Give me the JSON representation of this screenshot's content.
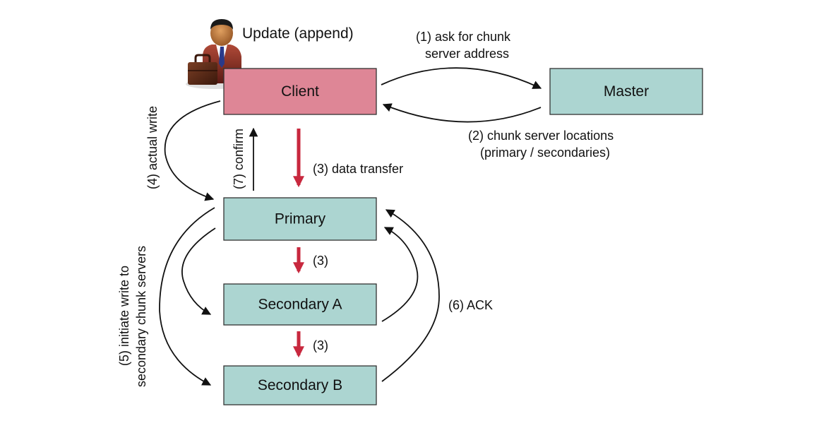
{
  "update_label": "Update (append)",
  "colors": {
    "client_fill": "#de8696",
    "server_fill": "#acd5d1",
    "arrow": "#111111",
    "data_arrow": "#c8283e"
  },
  "nodes": {
    "client": "Client",
    "master": "Master",
    "primary": "Primary",
    "secondary_a": "Secondary A",
    "secondary_b": "Secondary B"
  },
  "edges": {
    "ask_line1": "(1) ask for chunk",
    "ask_line2": "server address",
    "locations_line1": "(2) chunk server locations",
    "locations_line2": "(primary / secondaries)",
    "data_transfer": "(3) data transfer",
    "data_step_a": "(3)",
    "data_step_b": "(3)",
    "actual_write": "(4) actual write",
    "initiate_line1": "(5) initiate write to",
    "initiate_line2": "secondary chunk servers",
    "ack": "(6) ACK",
    "confirm": "(7) confirm"
  },
  "icons": {
    "user": "businessman-with-briefcase-icon"
  }
}
